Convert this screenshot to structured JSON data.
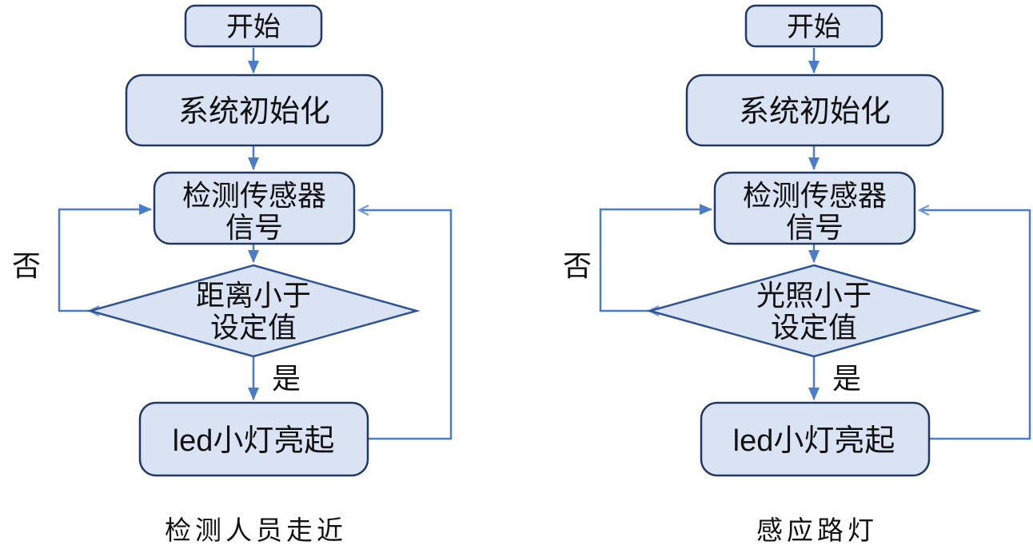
{
  "colors": {
    "node_fill": "#dae3f3",
    "node_stroke": "#1f3864",
    "diamond_stroke": "#2e5395",
    "connector": "#4a7dc9",
    "connector_open_arrow": "#6d9ae0",
    "text": "#111111",
    "page_bg": "#ffffff"
  },
  "branch_labels": {
    "yes": "是",
    "no": "否"
  },
  "flowcharts": [
    {
      "caption": "检测人员走近",
      "nodes": {
        "start": "开始",
        "init": "系统初始化",
        "sense_line1": "检测传感器",
        "sense_line2": "信号",
        "decision_line1": "距离小于",
        "decision_line2": "设定值",
        "action": "led小灯亮起"
      }
    },
    {
      "caption": "感应路灯",
      "nodes": {
        "start": "开始",
        "init": "系统初始化",
        "sense_line1": "检测传感器",
        "sense_line2": "信号",
        "decision_line1": "光照小于",
        "decision_line2": "设定值",
        "action": "led小灯亮起"
      }
    }
  ]
}
